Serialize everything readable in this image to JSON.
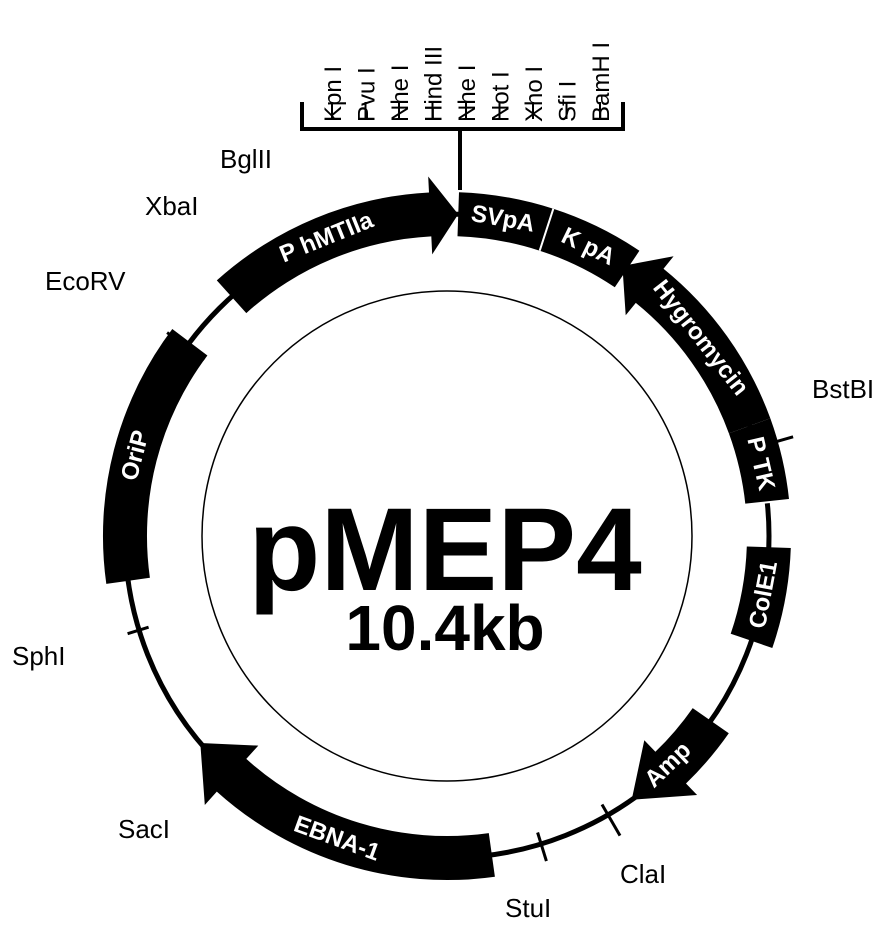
{
  "plasmid": {
    "name": "pMEP4",
    "size": "10.4kb"
  },
  "mcs_sites": [
    "Kpn I",
    "Pvu I",
    "Nhe I",
    "Hind III",
    "Nhe I",
    "Not I",
    "Xho I",
    "Sfi I",
    "BamH I"
  ],
  "features": {
    "p_hmtiia": "P hMTIIa",
    "svpa": "SVpA",
    "kpa": "K pA",
    "hygromycin": "Hygromycin",
    "ptk": "P TK",
    "cole1": "ColE1",
    "amp": "Amp",
    "ebna1": "EBNA-1",
    "orip": "OriP"
  },
  "sites": {
    "bglii": "BglII",
    "xbai": "XbaI",
    "ecorv": "EcoRV",
    "bstbi": "BstBI",
    "sphi": "SphI",
    "saci": "SacI",
    "stui": "StuI",
    "clai": "ClaI"
  }
}
